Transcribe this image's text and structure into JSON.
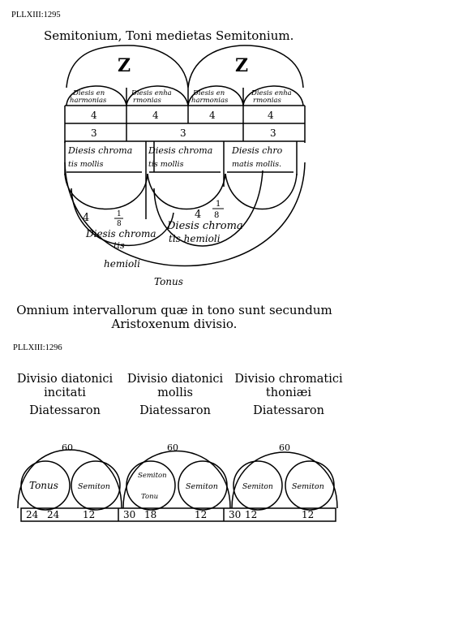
{
  "figure1": {
    "ref": "PLLXIII:1295",
    "title": "Semitonium, Toni medietas Semitonium.",
    "arc_letters": [
      "Z",
      "Z"
    ],
    "upper_labels": [
      [
        "Diesis en",
        "harmonias"
      ],
      [
        "Diesis enha",
        "rmonias"
      ],
      [
        "Diesis en",
        "harmonias"
      ],
      [
        "Diesis enha",
        "rmonias"
      ]
    ],
    "row1_values": [
      "4",
      "4",
      "4",
      "4"
    ],
    "row2_values": [
      "3",
      "3",
      "3"
    ],
    "mid_labels": [
      [
        "Diesis chroma",
        "tis mollis"
      ],
      [
        "Diesis chroma",
        "tis mollis"
      ],
      [
        "Diesis chro",
        "matis mollis."
      ]
    ],
    "lower_left": {
      "num": "4",
      "frac_num": "1",
      "frac_den": "8",
      "line1": "Diesis chroma",
      "line2": "tis"
    },
    "lower_right": {
      "num": "4",
      "frac_num": "1",
      "frac_den": "8",
      "line1": "Diesis chroma",
      "line2": "tis hemioli"
    },
    "hemioli": "hemioli",
    "tonus": "Tonus",
    "caption_line1": "Omnium intervallorum quæ in tono sunt secundum",
    "caption_line2": "Aristoxenum divisio."
  },
  "figure2": {
    "ref": "PLLXIII:1296",
    "columns": [
      {
        "head1": "Divisio diatonici",
        "head2": "incitati",
        "sub": "Diatessaron",
        "arc": "60",
        "left_circle": [
          "Tonus"
        ],
        "right_circle": [
          "Semiton"
        ],
        "bar": [
          "24",
          "24",
          "12"
        ]
      },
      {
        "head1": "Divisio diatonici",
        "head2": "mollis",
        "sub": "Diatessaron",
        "arc": "60",
        "left_circle": [
          "Semiton",
          "Tonu"
        ],
        "right_circle": [
          "Semiton"
        ],
        "bar": [
          "30",
          "18",
          "12"
        ]
      },
      {
        "head1": "Divisio chromatici",
        "head2": "thoniæi",
        "sub": "Diatessaron",
        "arc": "60",
        "left_circle": [
          "Semiton"
        ],
        "right_circle": [
          "Semiton"
        ],
        "bar": [
          "30",
          "12",
          "12"
        ]
      }
    ]
  }
}
